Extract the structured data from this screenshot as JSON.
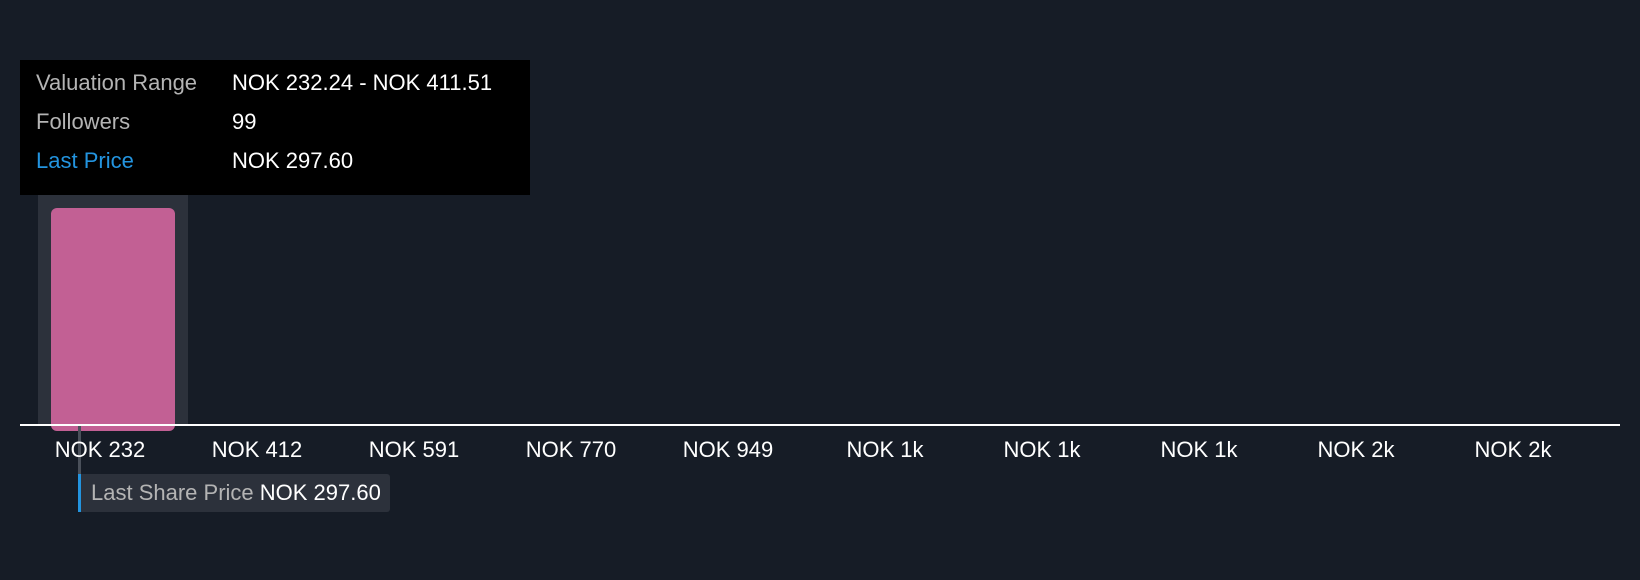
{
  "chart_data": {
    "type": "bar",
    "title": "",
    "xlabel": "",
    "ylabel": "",
    "categories": [
      "NOK 232",
      "NOK 412",
      "NOK 591",
      "NOK 770",
      "NOK 949",
      "NOK 1k",
      "NOK 1k",
      "NOK 1k",
      "NOK 2k",
      "NOK 2k"
    ],
    "bins": [
      [
        232.24,
        411.51
      ]
    ],
    "values": [
      99
    ],
    "bar_color": "#c26094",
    "grid": false,
    "last_share_price": {
      "label": "Last Share Price",
      "value": "NOK 297.60",
      "numeric": 297.6,
      "color": "#2394df"
    }
  },
  "tooltip": {
    "rows": [
      {
        "label": "Valuation Range",
        "value": "NOK 232.24 - NOK 411.51"
      },
      {
        "label": "Followers",
        "value": "99"
      },
      {
        "label": "Last Price",
        "value": "NOK 297.60"
      }
    ],
    "accent": "#2394df"
  }
}
